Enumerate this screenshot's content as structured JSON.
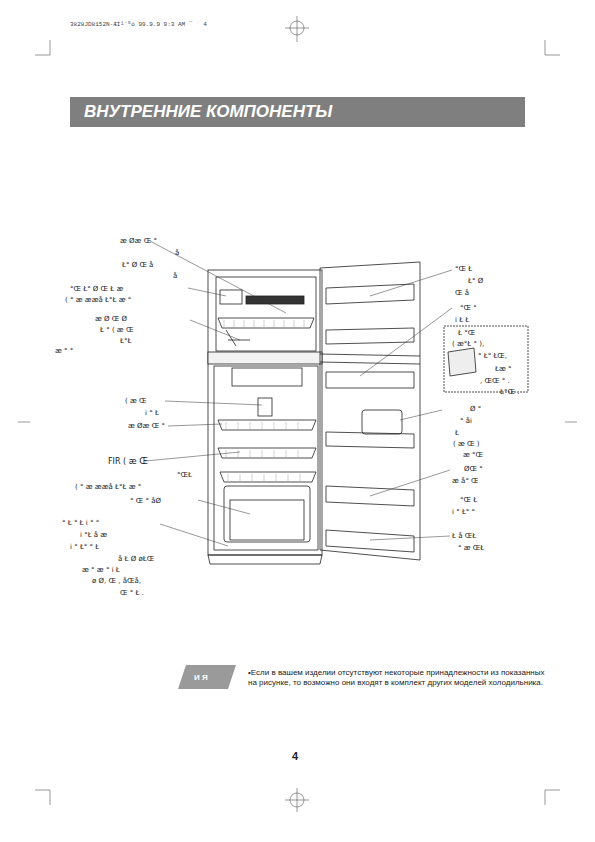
{
  "diagram": {
    "title": "ВНУТРЕННИЕ КОМПОНЕНТЫ",
    "nodes": [
      {
        "text": [
          "ВНУТРЕННИЕ КОМПОНЕНТЫ"
        ]
      },
      {
        "text": [
          "И Я"
        ]
      }
    ],
    "labels": [
      "3828JD8152N-ÆÌ¹¨ªó  99.9.9 9:3 AM ¯ ` 4",
      "æ Øæ Œ °",
      "å",
      "Ł° Ø Œ å",
      "å",
      "°Œ Ł° Ø Œ Ł æ",
      "( ° æ ææå Ł°Ł æ °",
      "æ Ø Œ Ø",
      "Ł ° ( æ Œ",
      "Ł°Ł",
      "æ ° °",
      "( æ Œ",
      "i ° Ł",
      "æ Øæ Œ °",
      "FIR ( æ Œ",
      "°ŒŁ",
      "( ° æ ææå Ł°Ł æ °",
      "° Œ ° åØ",
      "° Ł ° Ł i ° °",
      "i °Ł å æ",
      "i ° Ł° ° Ł",
      "å Ł Ø øŁŒ",
      "æ ° æ ° i Ł",
      "ø Ø, Œ , åŒå,",
      "Œ ° Ł .",
      "°Œ Ł",
      "Ł° Ø",
      "Œ å",
      "°Œ °",
      "i Ł Ł",
      "Ł °Œ",
      "( æ°Ł ° ),",
      "° Ł° ŁŒ,",
      "Łæ °",
      ", ŒŒ ° .",
      "Ł°Œ .",
      "Ø °",
      "° åi",
      "Ł",
      "( æ Œ )",
      "æ °Œ",
      "ØŒ °",
      "æ å° Œ",
      "°Œ Ł",
      "i ° Ł° °",
      "Ł å ŒŁ",
      "° æ ŒŁ",
      "•Если в вашем изделии отсутствуют некоторые принадлежности из показанных на рисунке, то возможно они входят в комплект других моделей холодильника.",
      "4"
    ]
  }
}
